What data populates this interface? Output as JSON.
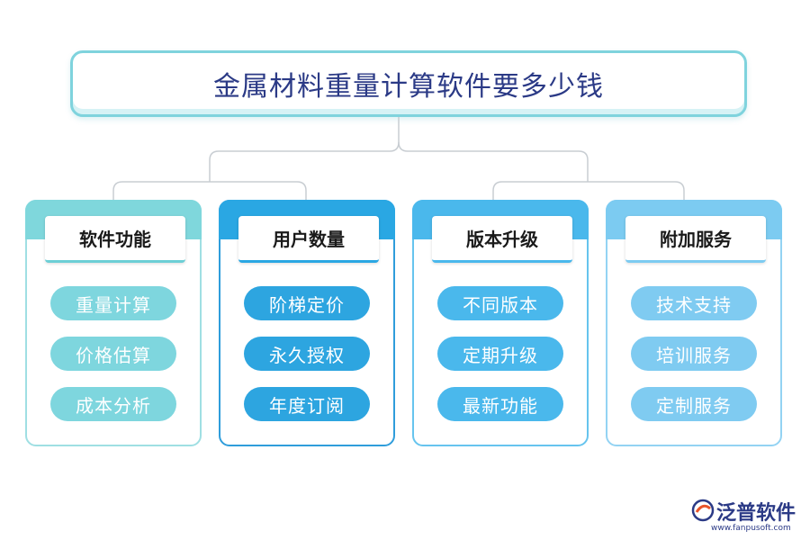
{
  "title": "金属材料重量计算软件要多少钱",
  "columns": [
    {
      "header": "软件功能",
      "items": [
        "重量计算",
        "价格估算",
        "成本分析"
      ]
    },
    {
      "header": "用户数量",
      "items": [
        "阶梯定价",
        "永久授权",
        "年度订阅"
      ]
    },
    {
      "header": "版本升级",
      "items": [
        "不同版本",
        "定期升级",
        "最新功能"
      ]
    },
    {
      "header": "附加服务",
      "items": [
        "技术支持",
        "培训服务",
        "定制服务"
      ]
    }
  ],
  "brand": {
    "name": "泛普软件",
    "url": "www.fanpusoft.com",
    "logo_icon": "fanpu-logo-icon"
  },
  "colors": {
    "title_text": "#2b3a86",
    "title_border": "#7fd3dd",
    "col1": "#7fd7dc",
    "col2": "#2aa7e3",
    "col3": "#4ab8ec",
    "col4": "#7ccbf1"
  }
}
